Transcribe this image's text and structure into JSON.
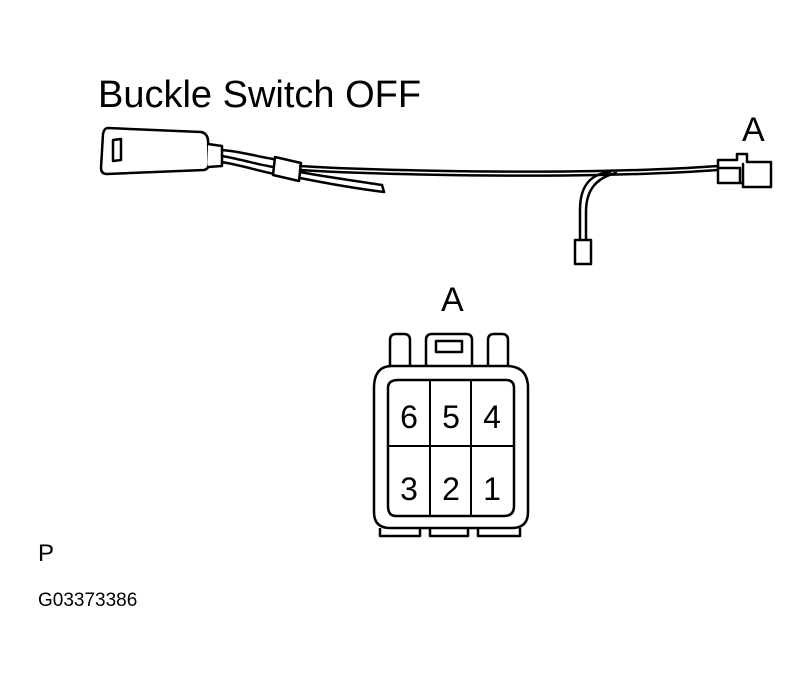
{
  "title": "Buckle Switch OFF",
  "connector_label_top": "A",
  "connector_label_detail": "A",
  "pins": {
    "top_row": [
      "6",
      "5",
      "4"
    ],
    "bottom_row": [
      "3",
      "2",
      "1"
    ]
  },
  "footer": {
    "code_letter": "P",
    "figure_id": "G03373386"
  },
  "colors": {
    "ink": "#000000",
    "paper": "#ffffff"
  }
}
